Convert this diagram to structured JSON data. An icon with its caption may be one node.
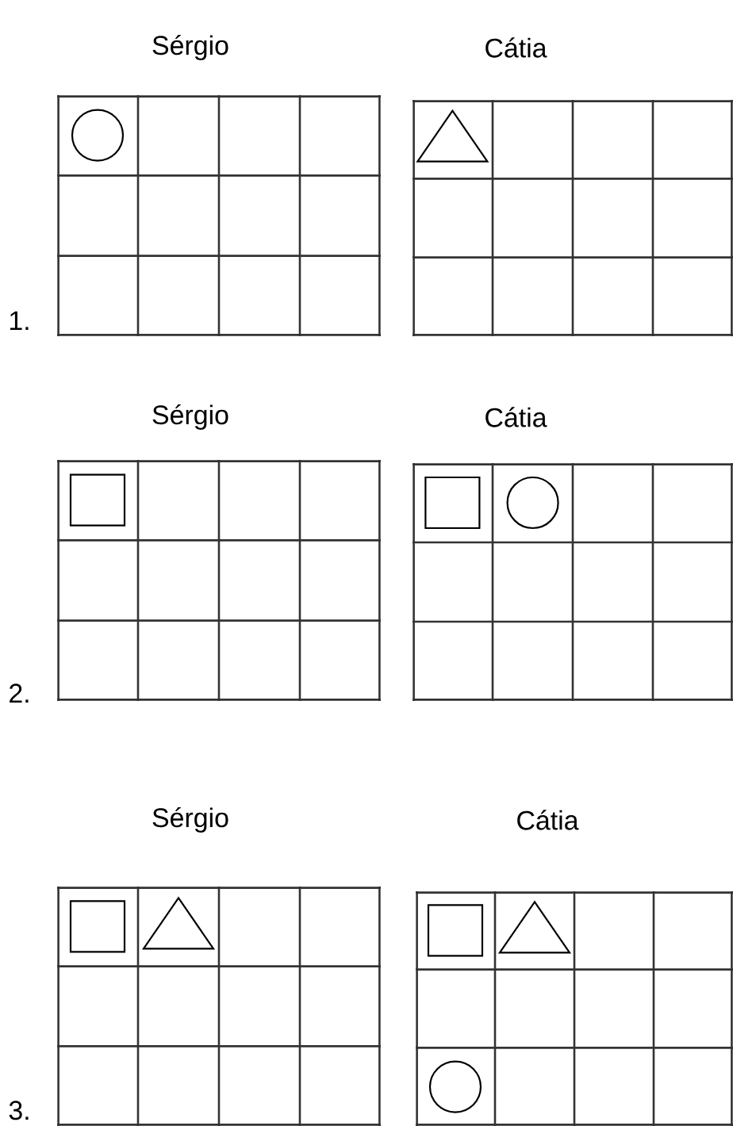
{
  "diagram": {
    "labels": [
      "Sérgio",
      "Cátia",
      "1.",
      "Sérgio",
      "Cátia",
      "2.",
      "Sérgio",
      "Cátia",
      "3."
    ]
  }
}
